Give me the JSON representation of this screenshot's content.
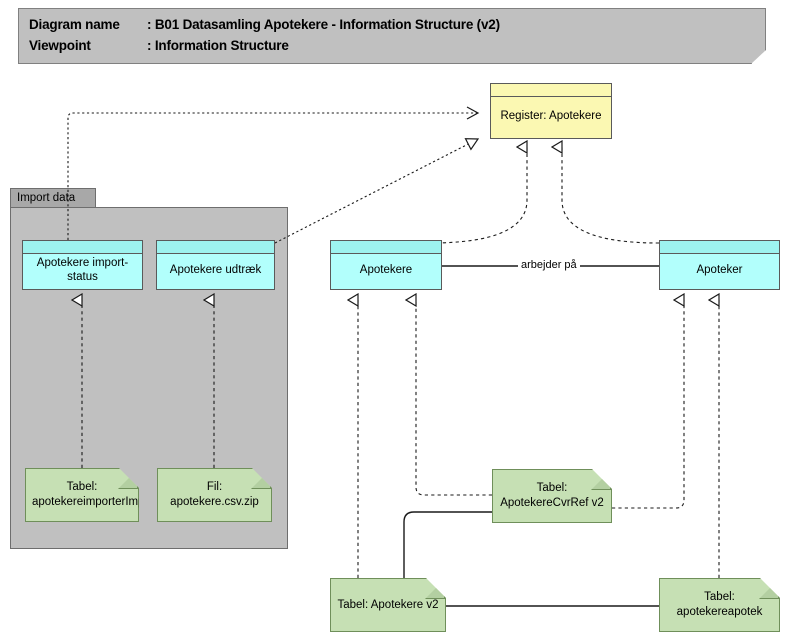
{
  "header": {
    "diagram_name_key": "Diagram name",
    "diagram_name_sep": ": ",
    "diagram_name_value": "B01 Datasamling Apotekere - Information Structure (v2)",
    "viewpoint_key": "Viewpoint",
    "viewpoint_sep": ": ",
    "viewpoint_value": "Information Structure"
  },
  "group": {
    "label": "Import data"
  },
  "nodes": {
    "register_apotekere": "Register: Apotekere",
    "apotekere_import_status": "Apotekere import-status",
    "apotekere_udtraek": "Apotekere udtræk",
    "apotekere": "Apotekere",
    "apoteker": "Apoteker"
  },
  "notes": {
    "tabel_importerimportstatus": "Tabel: apotekereimporterImportStatus",
    "fil_apotekere_csv_zip": "Fil: apotekere.csv.zip",
    "tabel_apotekerecvrref_v2": "Tabel: ApotekereCvrRef v2",
    "tabel_apotekere_v2": "Tabel: Apotekere v2",
    "tabel_apotekereapotek": "Tabel: apotekereapotek"
  },
  "connectors": {
    "arbejder_paa": "arbejder på"
  },
  "colors": {
    "title_bg": "#c0c0c0",
    "group_bg": "#c0c0c0",
    "group_tab_bg": "#a8a8a8",
    "node_cyan": "#b2fffc",
    "node_yellow": "#fbf8b2",
    "note_green": "#c6e0b4",
    "line": "#1a1a1a",
    "border": "#5a5a5a"
  }
}
